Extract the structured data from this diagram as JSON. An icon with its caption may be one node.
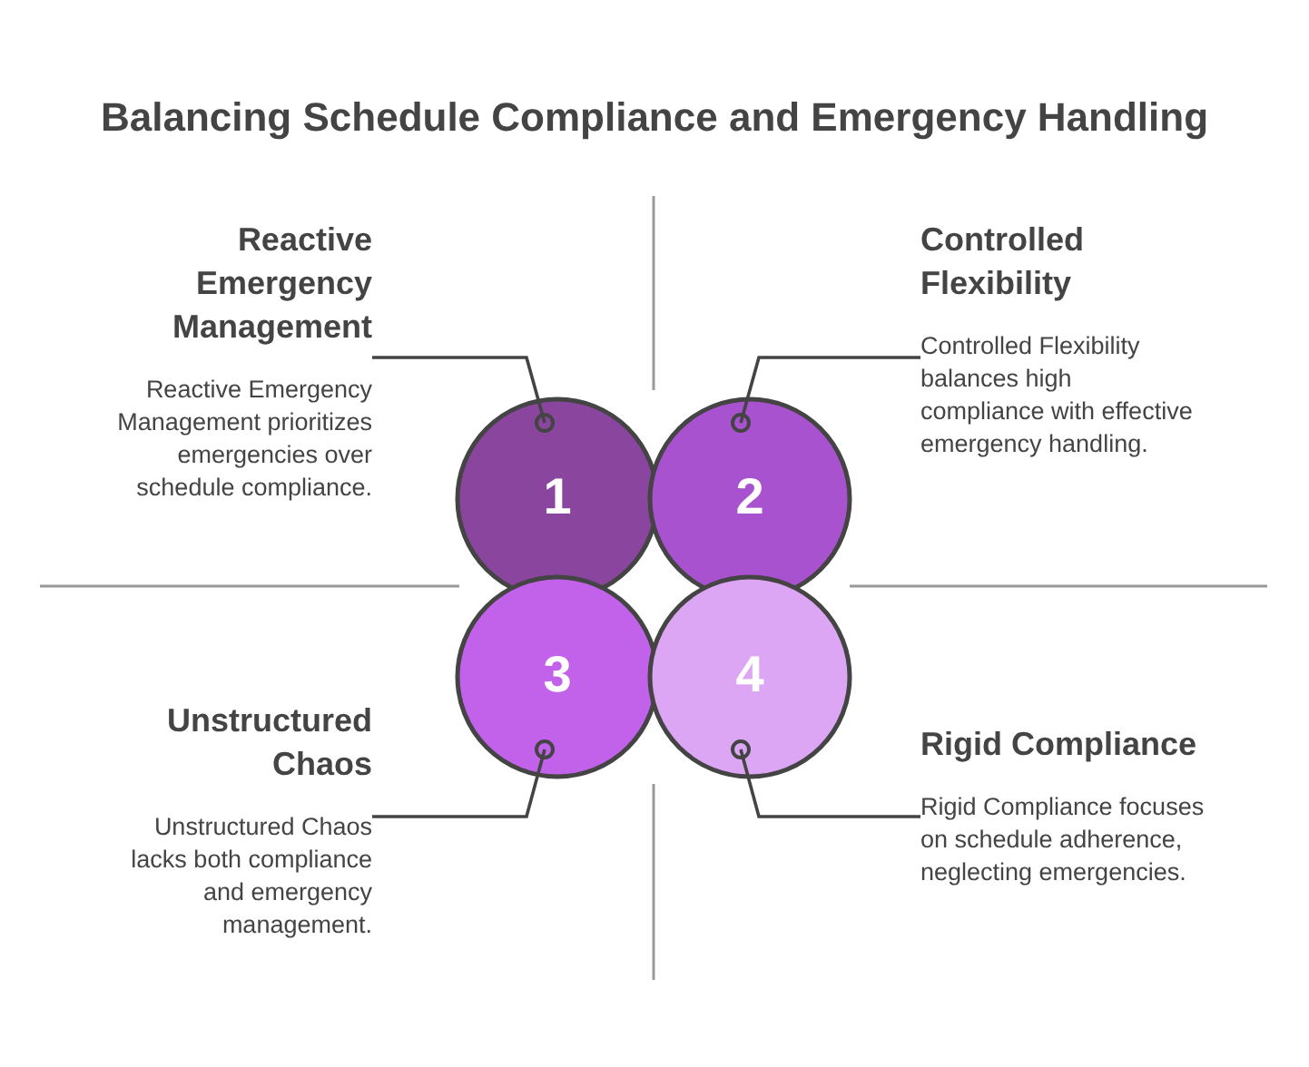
{
  "diagram": {
    "title": "Balancing Schedule Compliance and Emergency Handling",
    "nodes": [
      {
        "text": [
          "Reactive Emergency Management",
          "Reactive Emergency Management prioritizes emergencies over schedule compliance."
        ]
      },
      {
        "text": [
          "Controlled Flexibility",
          "Controlled Flexibility balances high compliance with effective emergency handling."
        ]
      },
      {
        "text": [
          "1"
        ]
      },
      {
        "text": [
          "2"
        ]
      },
      {
        "text": [
          "3"
        ]
      },
      {
        "text": [
          "4"
        ]
      },
      {
        "text": [
          "Unstructured Chaos",
          "Unstructured Chaos lacks both compliance and emergency management."
        ]
      },
      {
        "text": [
          "Rigid Compliance",
          "Rigid Compliance focuses on schedule adherence, neglecting emergencies."
        ]
      }
    ],
    "edges": [
      {
        "from": 0,
        "to": 2,
        "arrow": "other"
      },
      {
        "from": 1,
        "to": 3,
        "arrow": "other"
      },
      {
        "from": 6,
        "to": 4,
        "arrow": "other"
      },
      {
        "from": 7,
        "to": 5,
        "arrow": "other"
      }
    ]
  }
}
